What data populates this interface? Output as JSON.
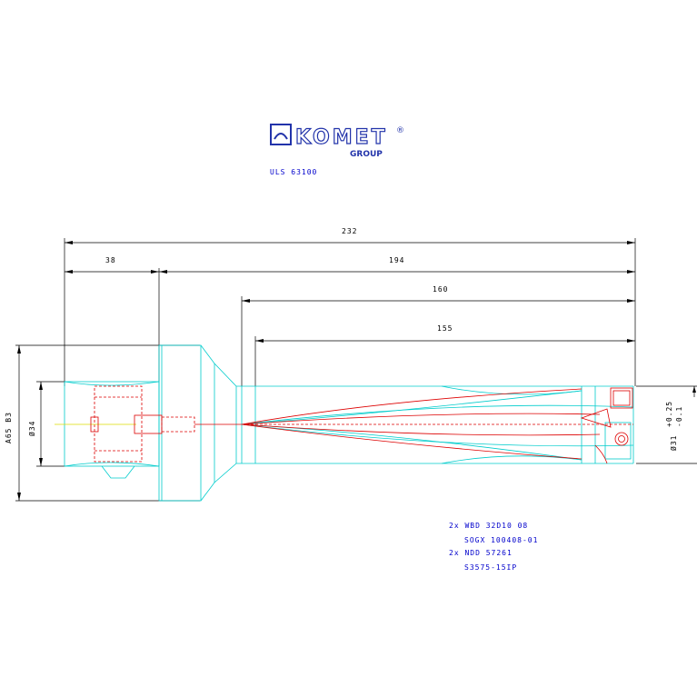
{
  "logo": {
    "brand": "KOMET",
    "registered": "®",
    "sub": "GROUP"
  },
  "part_number": "ULS 63100",
  "dimensions": {
    "overall_length": "232",
    "shank_length": "38",
    "length_194": "194",
    "length_160": "160",
    "length_155": "155",
    "shank_diameter": "Ø34",
    "flange_diameter": "A65 B3",
    "tip_diameter": "Ø31",
    "tip_tol_upper": "+0.25",
    "tip_tol_lower": "-0.1"
  },
  "components": [
    {
      "qty_code": "2x WBD 32D10 08",
      "indent": false
    },
    {
      "qty_code": "SOGX 100408-01",
      "indent": true
    },
    {
      "qty_code": "2x NDD 57261",
      "indent": false
    },
    {
      "qty_code": "S3575-15IP",
      "indent": true
    }
  ],
  "colors": {
    "outline": "#00cccc",
    "hidden": "#dd0000",
    "dimension": "#000000",
    "annotation": "#0000cc",
    "logo": "#2233aa"
  }
}
